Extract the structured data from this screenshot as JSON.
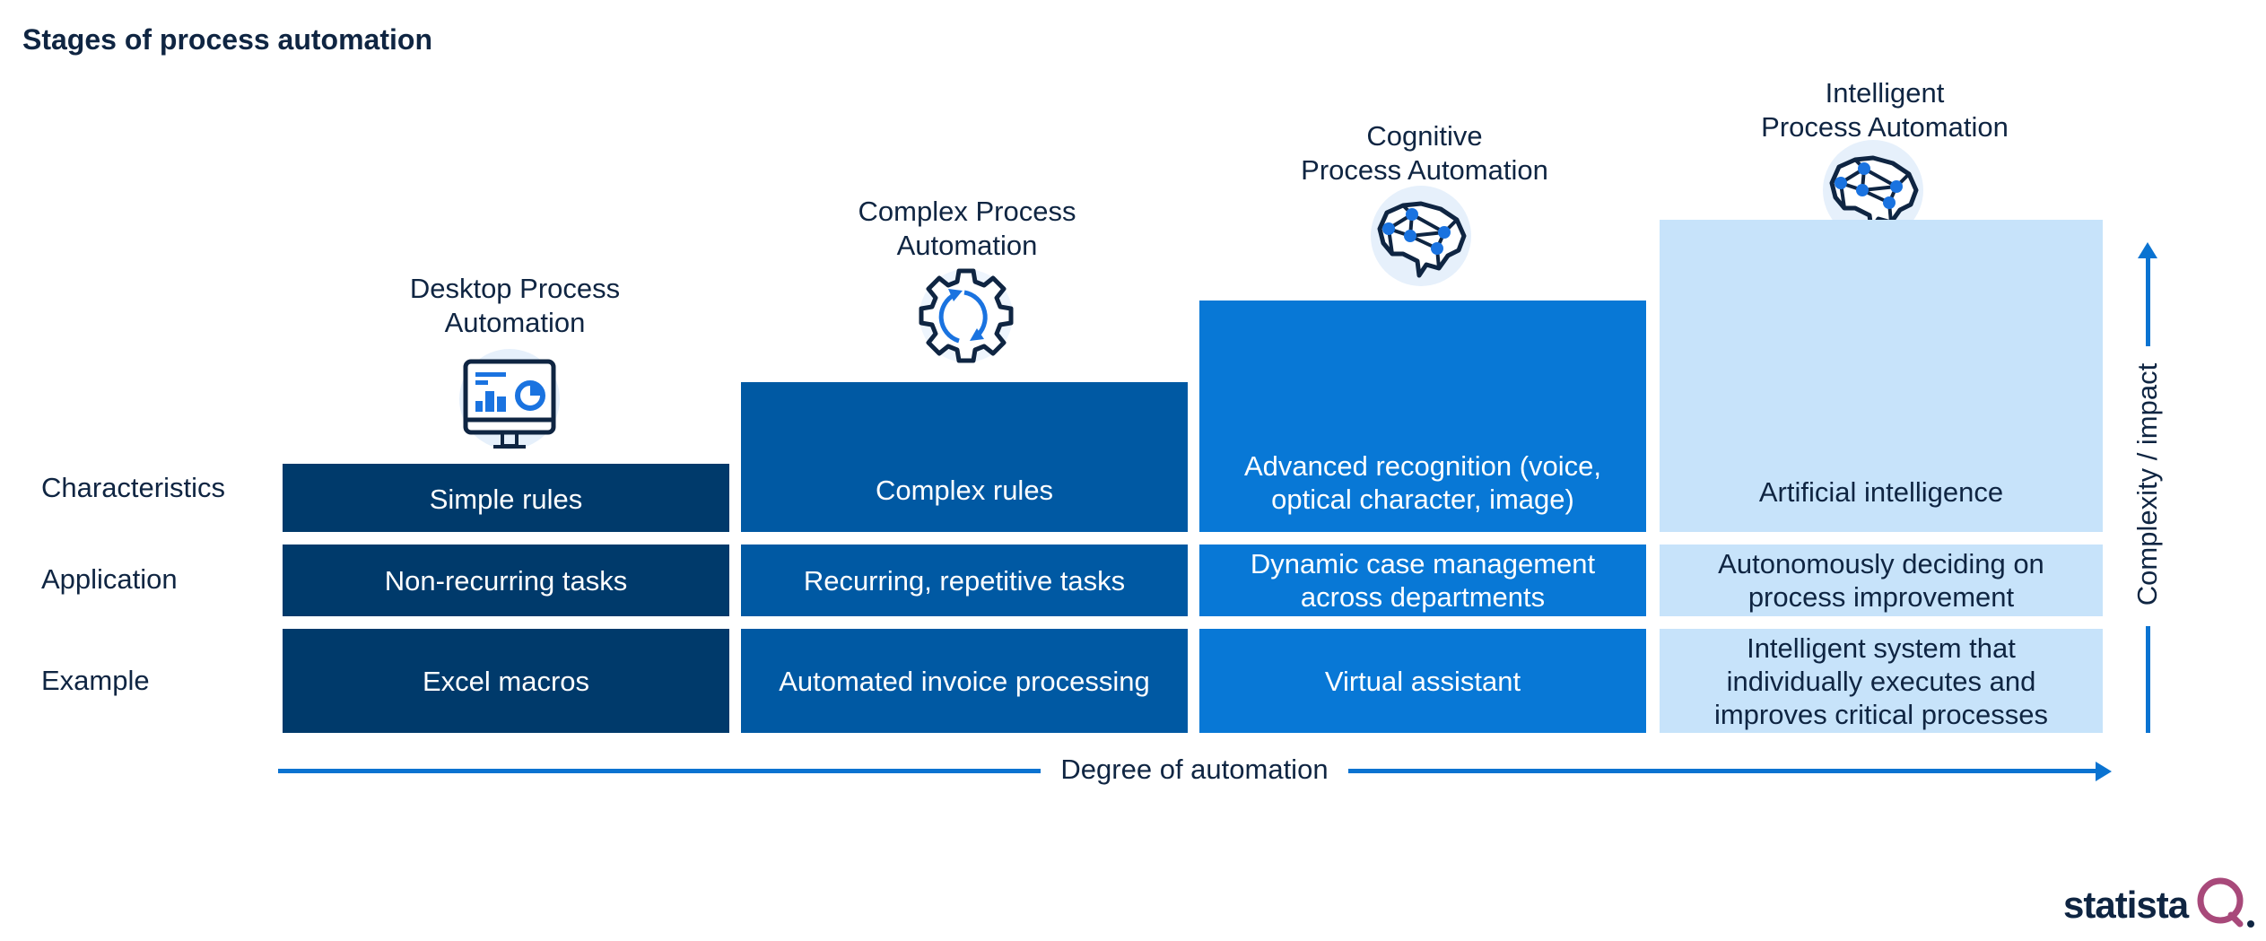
{
  "title": "Stages of process automation",
  "row_labels": [
    "Characteristics",
    "Application",
    "Example"
  ],
  "stages": [
    {
      "title_lines": [
        "Desktop Process",
        "Automation"
      ],
      "icon": "desktop-dashboard-icon",
      "color": "#003a6b",
      "level": 1,
      "characteristics": [
        "Simple rules"
      ],
      "application": [
        "Non-recurring tasks"
      ],
      "example": [
        "Excel macros"
      ]
    },
    {
      "title_lines": [
        "Complex Process",
        "Automation"
      ],
      "icon": "gear-refresh-icon",
      "color": "#0059a3",
      "level": 2,
      "characteristics": [
        "Complex rules"
      ],
      "application": [
        "Recurring, repetitive tasks"
      ],
      "example": [
        "Automated invoice processing"
      ]
    },
    {
      "title_lines": [
        "Cognitive",
        "Process Automation"
      ],
      "icon": "brain-network-icon",
      "color": "#0878d6",
      "level": 3,
      "characteristics": [
        "Advanced recognition (voice,",
        "optical character, image)"
      ],
      "application": [
        "Dynamic case management",
        "across departments"
      ],
      "example": [
        "Virtual assistant"
      ]
    },
    {
      "title_lines": [
        "Intelligent",
        "Process Automation"
      ],
      "icon": "brain-network-icon",
      "color": "#c7e3fa",
      "level": 4,
      "characteristics": [
        "Artificial intelligence"
      ],
      "application": [
        "Autonomously deciding on",
        "process improvement"
      ],
      "example": [
        "Intelligent system that",
        "individually executes and",
        "improves critical processes"
      ]
    }
  ],
  "x_axis_label": "Degree of automation",
  "y_axis_label": "Complexity / impact",
  "accent_color": "#0a73d1",
  "logo_text": "statista"
}
